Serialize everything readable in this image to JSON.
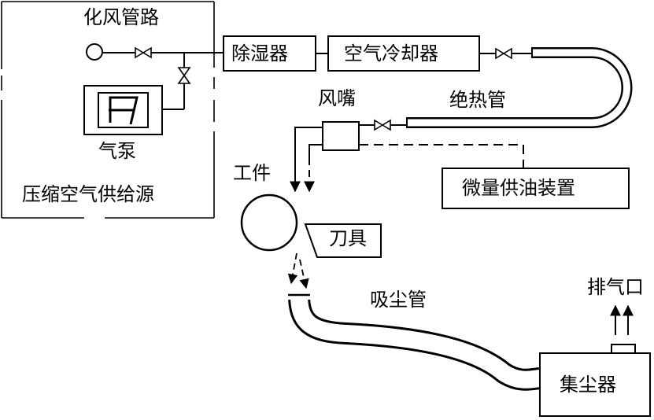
{
  "labels": {
    "pipe_network": "化风管路",
    "air_pump": "气泵",
    "compressed_air_source": "压缩空气供给源",
    "dehumidifier": "除湿器",
    "air_cooler": "空气冷却器",
    "nozzle": "风嘴",
    "insulated_pipe": "绝热管",
    "workpiece": "工件",
    "micro_oil_supply": "微量供油装置",
    "cutter": "刀具",
    "suction_pipe": "吸尘管",
    "exhaust_port": "排气口",
    "dust_collector": "集尘器"
  },
  "colors": {
    "stroke": "#000000",
    "background": "#ffffff"
  }
}
